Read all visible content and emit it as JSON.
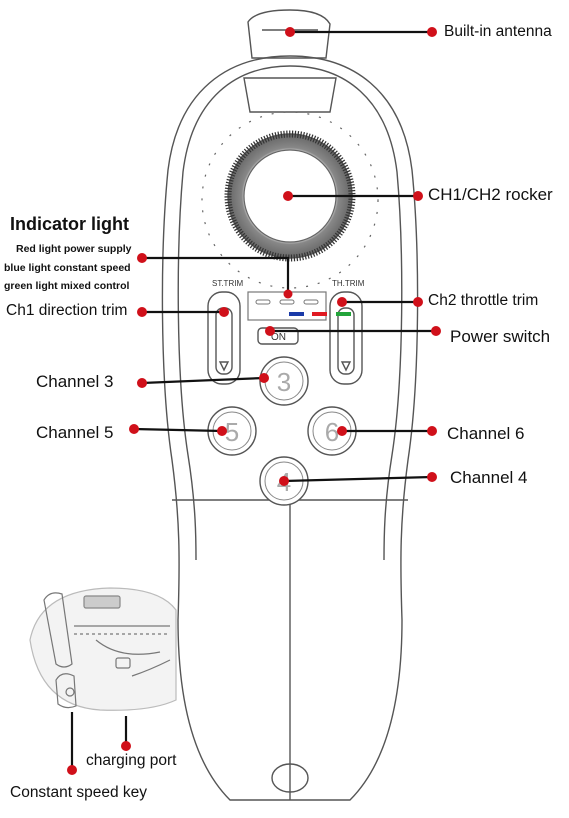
{
  "labels": {
    "antenna": "Built-in antenna",
    "rocker": "CH1/CH2 rocker",
    "indicator_title": "Indicator light",
    "indicator_red": "Red light power supply",
    "indicator_blue": "blue light constant speed",
    "indicator_green": "green light mixed control",
    "ch1_trim": "Ch1 direction trim",
    "ch2_trim": "Ch2 throttle trim",
    "power_switch": "Power switch",
    "channel3": "Channel 3",
    "channel5": "Channel 5",
    "channel6": "Channel 6",
    "channel4": "Channel 4",
    "charging_port": "charging port",
    "speed_key": "Constant speed key"
  },
  "device_text": {
    "st_trim": "ST.TRIM",
    "th_trim": "TH.TRIM",
    "on": "ON",
    "btn3": "3",
    "btn5": "5",
    "btn6": "6",
    "btn4": "4"
  },
  "colors": {
    "marker": "#d0101a",
    "leader": "#111111",
    "outline": "#555555",
    "led_blue": "#1a3aa8",
    "led_red": "#e01a22",
    "led_green": "#22a43a"
  }
}
